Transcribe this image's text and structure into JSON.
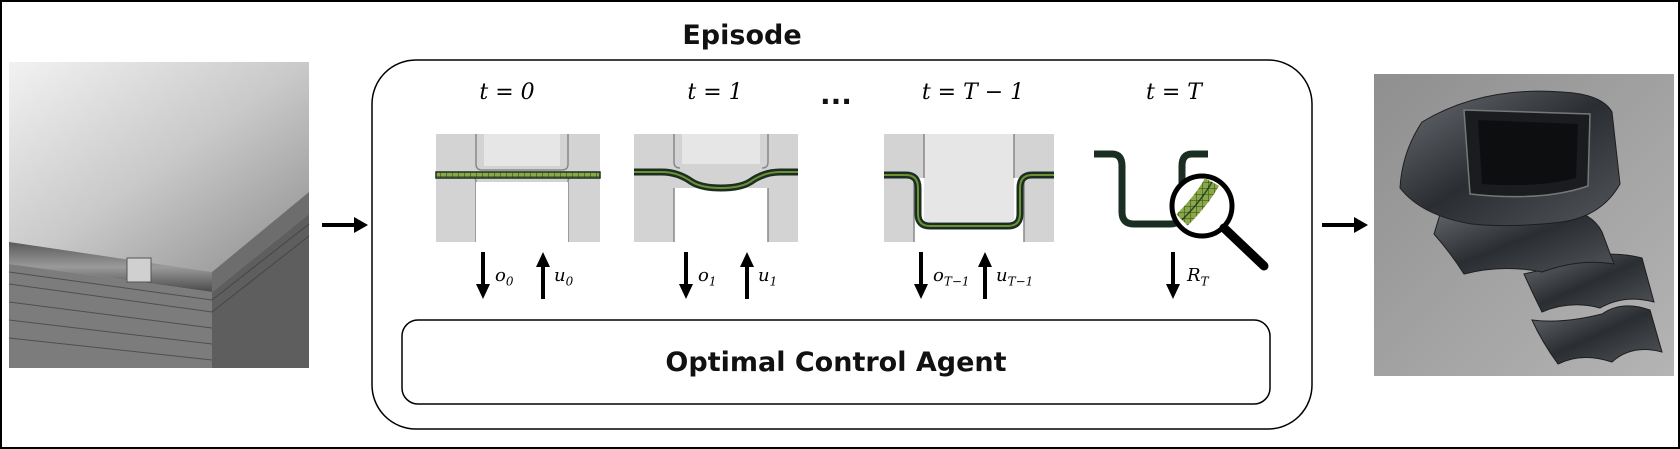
{
  "episode": {
    "title": "Episode"
  },
  "steps": [
    {
      "time": "t = 0",
      "obs": "o",
      "obs_sub": "0",
      "act": "u",
      "act_sub": "0"
    },
    {
      "time": "t = 1",
      "obs": "o",
      "obs_sub": "1",
      "act": "u",
      "act_sub": "1"
    },
    {
      "time": "t = T − 1",
      "obs": "o",
      "obs_sub": "T−1",
      "act": "u",
      "act_sub": "T−1"
    },
    {
      "time": "t = T",
      "reward": "R",
      "reward_sub": "T"
    }
  ],
  "ellipsis": "...",
  "agent": {
    "label": "Optimal Control Agent"
  },
  "colors": {
    "die": "#d3d3d3",
    "sheet": "#1b2e22",
    "mesh": "#7a9a3a",
    "stroke": "#000000"
  },
  "icons": {
    "input": "metal-sheet-stack-photo",
    "output": "deep-drawn-parts-photo",
    "evaluate": "magnifying-glass-icon"
  }
}
